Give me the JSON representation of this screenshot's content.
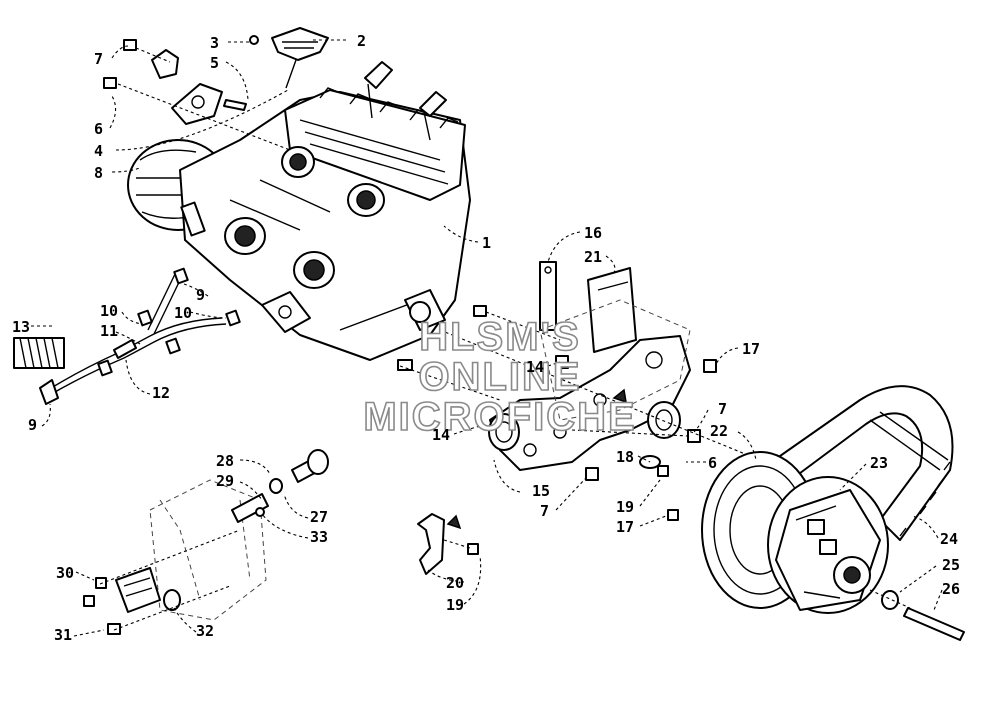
{
  "watermark": {
    "line1": "HLSM'S",
    "line2": "ONLINE",
    "line3": "MICROFICHE"
  },
  "labels": {
    "n1": "1",
    "n2": "2",
    "n3": "3",
    "n4": "4",
    "n5": "5",
    "n6a": "6",
    "n6b": "6",
    "n7a": "7",
    "n7b": "7",
    "n7c": "7",
    "n8": "8",
    "n9a": "9",
    "n9b": "9",
    "n10a": "10",
    "n10b": "10",
    "n11": "11",
    "n12": "12",
    "n13": "13",
    "n14a": "14",
    "n14b": "14",
    "n15": "15",
    "n16": "16",
    "n17a": "17",
    "n17b": "17",
    "n18": "18",
    "n19a": "19",
    "n19b": "19",
    "n20": "20",
    "n21": "21",
    "n22": "22",
    "n23": "23",
    "n24": "24",
    "n25": "25",
    "n26": "26",
    "n27": "27",
    "n28": "28",
    "n29": "29",
    "n30": "30",
    "n31": "31",
    "n32": "32",
    "n33": "33"
  }
}
